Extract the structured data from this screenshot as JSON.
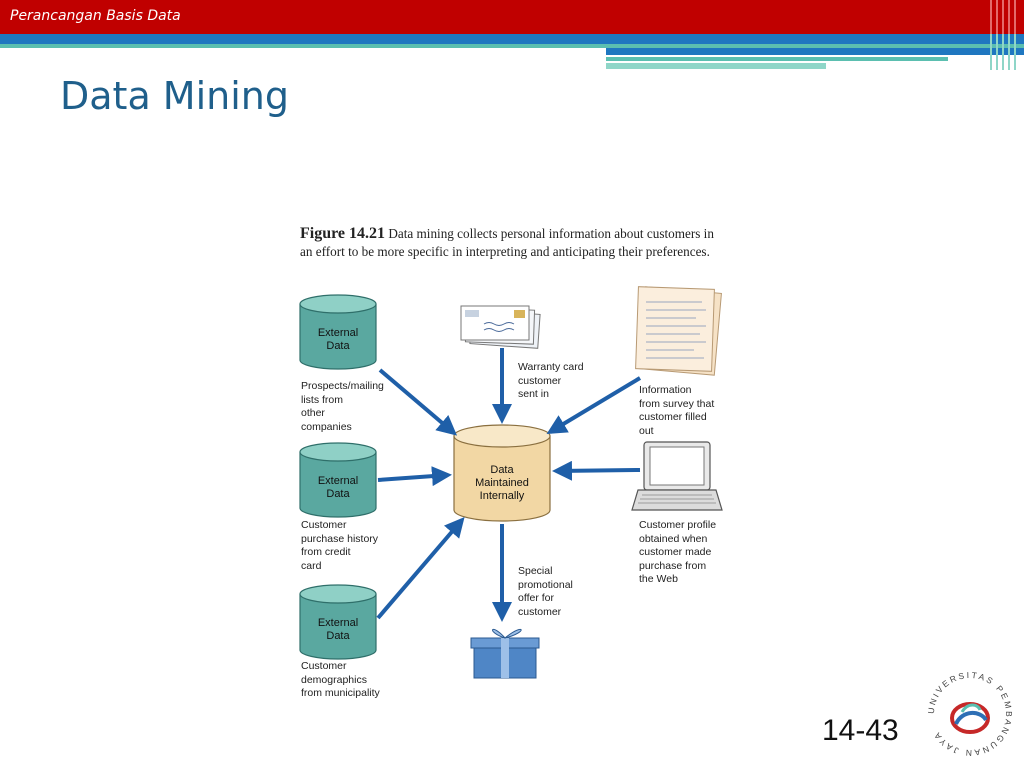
{
  "header": {
    "course_title": "Perancangan Basis Data"
  },
  "slide": {
    "title": "Data Mining",
    "page_number": "14-43"
  },
  "figure": {
    "number": "Figure 14.21",
    "caption": "Data mining collects personal information about customers in an effort to be more specific in interpreting and anticipating their preferences.",
    "center_db": [
      "Data",
      "Maintained",
      "Internally"
    ],
    "sources": [
      {
        "db": [
          "External",
          "Data"
        ],
        "label": [
          "Prospects/mailing",
          "lists from",
          "other",
          "companies"
        ]
      },
      {
        "db": [
          "External",
          "Data"
        ],
        "label": [
          "Customer",
          "purchase history",
          "from credit",
          "card"
        ]
      },
      {
        "db": [
          "External",
          "Data"
        ],
        "label": [
          "Customer",
          "demographics",
          "from municipality"
        ]
      }
    ],
    "warranty_label": [
      "Warranty card",
      "customer",
      "sent in"
    ],
    "survey_label": [
      "Information",
      "from survey that",
      "customer filled",
      "out"
    ],
    "profile_label": [
      "Customer profile",
      "obtained when",
      "customer made",
      "purchase from",
      "the Web"
    ],
    "offer_label": [
      "Special",
      "promotional",
      "offer for",
      "customer"
    ]
  },
  "logo": {
    "text": "UNIVERSITAS PEMBANGUNAN JAYA"
  },
  "colors": {
    "header_red": "#c00000",
    "band_blue": "#1f77c0",
    "band_teal": "#5bbfb0",
    "title_blue": "#1f5f8b",
    "db_teal": "#5aa8a0",
    "db_center": "#f2d7a4",
    "arrow_blue": "#1f5fa8"
  }
}
